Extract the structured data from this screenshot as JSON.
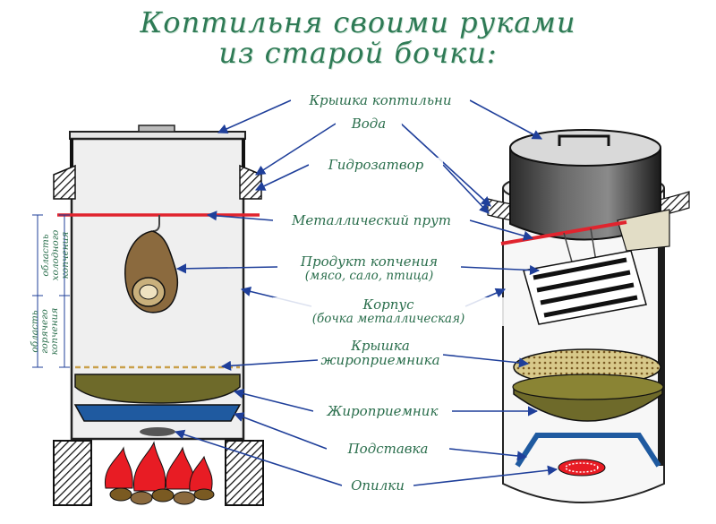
{
  "title": {
    "line1": "Коптильня своими руками",
    "line2": "из старой бочки:"
  },
  "labels": {
    "lid": "Крышка коптильни",
    "water": "Вода",
    "water_seal": "Гидрозатвор",
    "metal_rod": "Металлический прут",
    "product_line1": "Продукт копчения",
    "product_line2": "(мясо, сало, птица)",
    "body_line1": "Корпус",
    "body_line2": "(бочка металлическая)",
    "grease_lid_line1": "Крышка",
    "grease_lid_line2": "жироприемника",
    "grease_tray": "Жироприемник",
    "stand": "Подставка",
    "sawdust": "Опилки"
  },
  "zones": {
    "cold_line1": "область",
    "cold_line2": "холодного",
    "cold_line3": "копчения",
    "hot_line1": "область",
    "hot_line2": "горячего",
    "hot_line3": "копчения"
  },
  "colors": {
    "title": "#2e7a55",
    "label_text": "#2a6e4c",
    "arrow": "#1f3f9a",
    "rod": "#e0242e",
    "barrel_fill": "#efefef",
    "barrel_dark": "#1c1c1c",
    "meat": "#8b6a3e",
    "grease_tray": "#6e6a2a",
    "stand": "#1f5aa0",
    "fire": "#e81c24",
    "grease_lid": "#d8c98a"
  },
  "icons": [
    "flame-icon",
    "firewood-icon",
    "meat-icon",
    "fish-icon",
    "hook-icon"
  ]
}
